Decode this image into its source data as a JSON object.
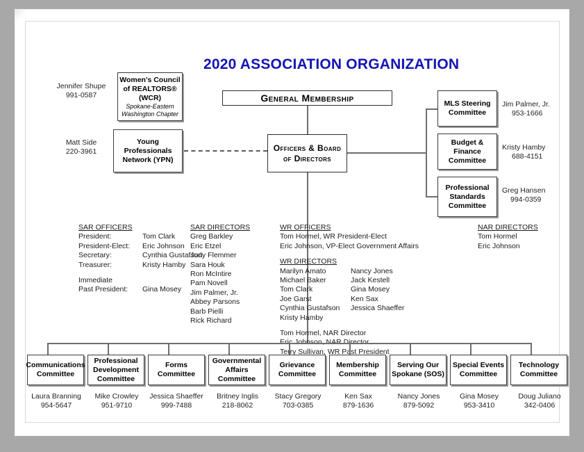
{
  "title": "2020 ASSOCIATION ORGANIZATION",
  "title_color": "#1414b4",
  "top": {
    "general_membership": "General Membership",
    "officers_board": "Officers & Board of Directors"
  },
  "left_boxes": [
    {
      "name": "Women's Council of REALTORS® (WCR)",
      "sub": "Spokane-Eastern Washington Chapter",
      "contact_name": "Jennifer Shupe",
      "contact_phone": "991-0587"
    },
    {
      "name": "Young Professionals Network (YPN)",
      "sub": "",
      "contact_name": "Matt Side",
      "contact_phone": "220-3961"
    }
  ],
  "right_boxes": [
    {
      "name": "MLS Steering Committee",
      "contact_name": "Jim Palmer, Jr.",
      "contact_phone": "953-1666"
    },
    {
      "name": "Budget & Finance Committee",
      "contact_name": "Kristy Hamby",
      "contact_phone": "688-4151"
    },
    {
      "name": "Professional Standards Committee",
      "contact_name": "Greg Hansen",
      "contact_phone": "994-0359"
    }
  ],
  "sar_officers": {
    "heading": "SAR OFFICERS",
    "rows": [
      {
        "role": "President:",
        "person": "Tom Clark"
      },
      {
        "role": "President-Elect:",
        "person": "Eric Johnson"
      },
      {
        "role": "Secretary:",
        "person": "Cynthia Gustafson"
      },
      {
        "role": "Treasurer:",
        "person": "Kristy Hamby"
      }
    ],
    "immediate_label": "Immediate",
    "past_president_role": "Past President:",
    "past_president_person": "Gina Mosey"
  },
  "sar_directors": {
    "heading": "SAR DIRECTORS",
    "names": [
      "Greg Barkley",
      "Eric Etzel",
      "Judy Flemmer",
      "Sara Houk",
      "Ron McIntire",
      "Pam Novell",
      "Jim Palmer, Jr.",
      "Abbey Parsons",
      "Barb Pielli",
      "Rick Richard"
    ]
  },
  "wr_officers": {
    "heading": "WR OFFICERS",
    "lines": [
      "Tom Hormel, WR President-Elect",
      "Eric Johnson, VP-Elect Government Affairs"
    ]
  },
  "wr_directors": {
    "heading": "WR DIRECTORS",
    "col1": [
      "Marilyn Amato",
      "Michael Baker",
      "Tom Clark",
      "Joe Garst",
      "Cynthia Gustafson",
      "Kristy Hamby"
    ],
    "col2": [
      "Nancy Jones",
      "Jack Kestell",
      "Gina Mosey",
      "Ken Sax",
      "Jessica Shaeffer"
    ]
  },
  "wr_nar_lines": [
    "Tom Hormel, NAR Director",
    "Eric Johnson, NAR Director",
    "Terry Sullivan, WR Past President"
  ],
  "nar_directors": {
    "heading": "NAR DIRECTORS",
    "names": [
      "Tom Hormel",
      "Eric Johnson"
    ]
  },
  "committees": [
    {
      "name": "Communications Committee",
      "contact_name": "Laura Branning",
      "contact_phone": "954-5647"
    },
    {
      "name": "Professional Development Committee",
      "contact_name": "Mike Crowley",
      "contact_phone": "951-9710"
    },
    {
      "name": "Forms Committee",
      "contact_name": "Jessica Shaeffer",
      "contact_phone": "999-7488"
    },
    {
      "name": "Governmental Affairs Committee",
      "contact_name": "Britney Inglis",
      "contact_phone": "218-8062"
    },
    {
      "name": "Grievance Committee",
      "contact_name": "Stacy Gregory",
      "contact_phone": "703-0385"
    },
    {
      "name": "Membership Committee",
      "contact_name": "Ken Sax",
      "contact_phone": "879-1636"
    },
    {
      "name": "Serving Our Spokane (SOS)",
      "contact_name": "Nancy Jones",
      "contact_phone": "879-5092"
    },
    {
      "name": "Special Events Committee",
      "contact_name": "Gina Mosey",
      "contact_phone": "953-3410"
    },
    {
      "name": "Technology Committee",
      "contact_name": "Doug Juliano",
      "contact_phone": "342-0406"
    }
  ]
}
